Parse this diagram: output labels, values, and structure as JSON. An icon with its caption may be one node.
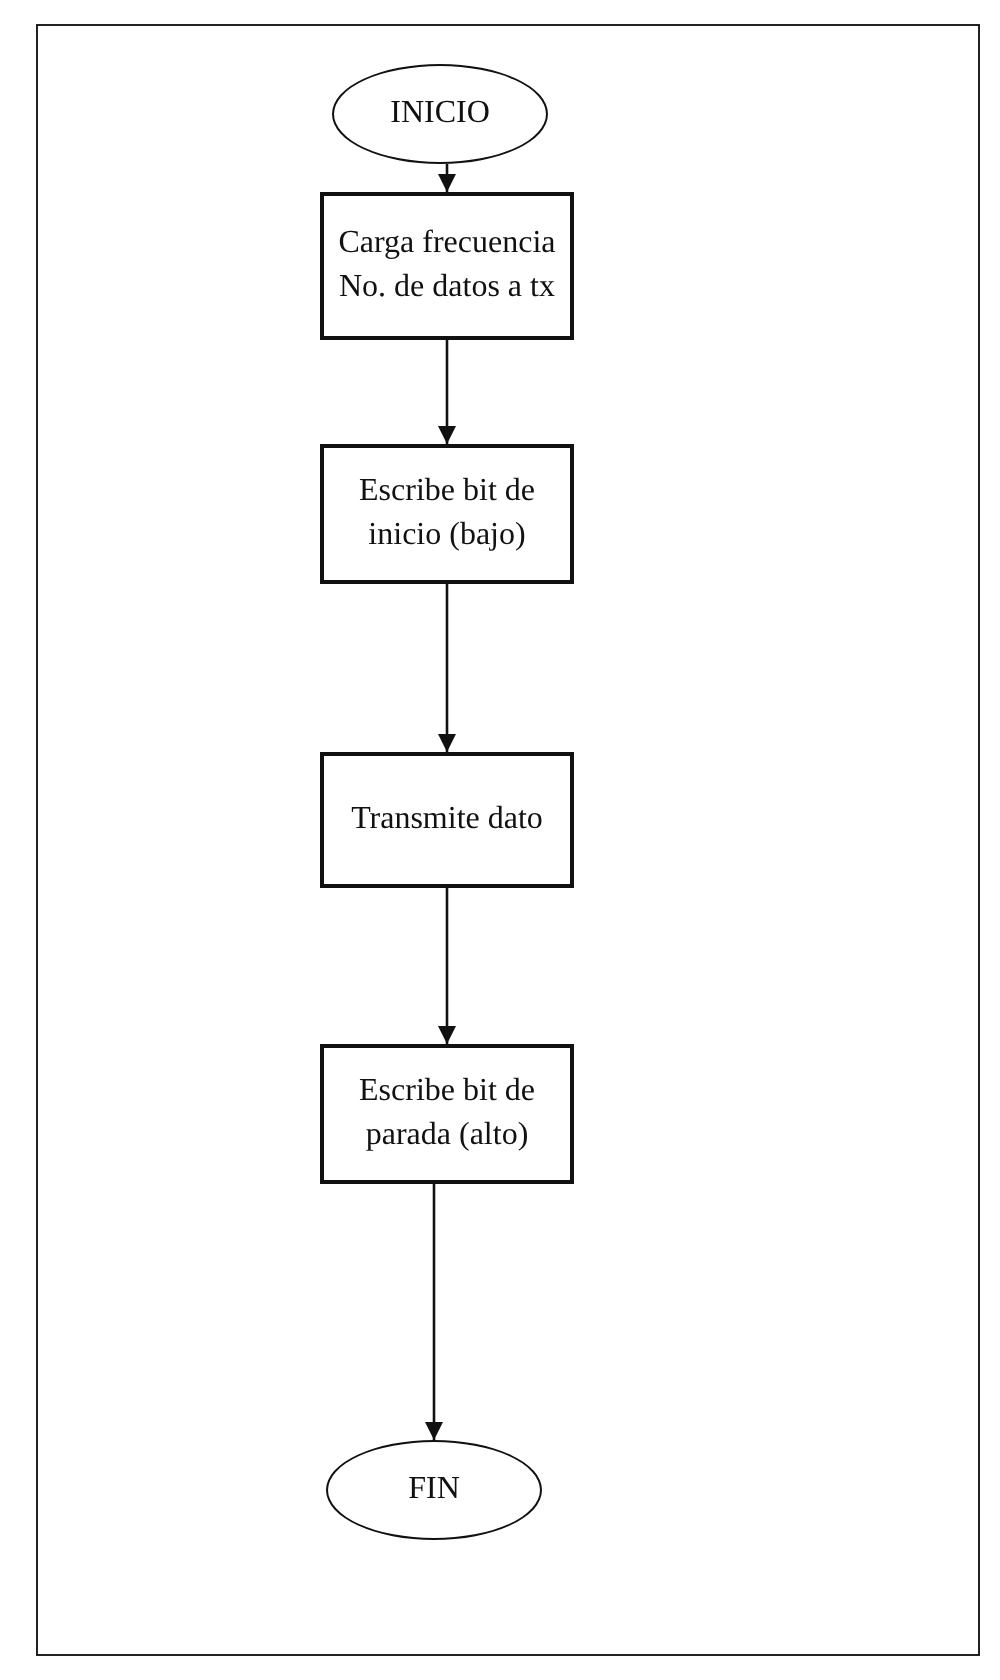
{
  "diagram": {
    "nodes": [
      {
        "text": [
          "INICIO"
        ]
      },
      {
        "text": [
          "Carga frecuencia No. de datos a tx"
        ]
      },
      {
        "text": [
          "Escribe bit de inicio (bajo)"
        ]
      },
      {
        "text": [
          "Transmite dato"
        ]
      },
      {
        "text": [
          "Escribe bit de parada (alto)"
        ]
      },
      {
        "text": [
          "FIN"
        ]
      }
    ],
    "edges": [
      {
        "from": 0,
        "to": 1,
        "arrow": "to"
      },
      {
        "from": 1,
        "to": 2,
        "arrow": "to"
      },
      {
        "from": 2,
        "to": 3,
        "arrow": "to"
      },
      {
        "from": 3,
        "to": 4,
        "arrow": "to"
      },
      {
        "from": 4,
        "to": 5,
        "arrow": "to"
      }
    ]
  }
}
